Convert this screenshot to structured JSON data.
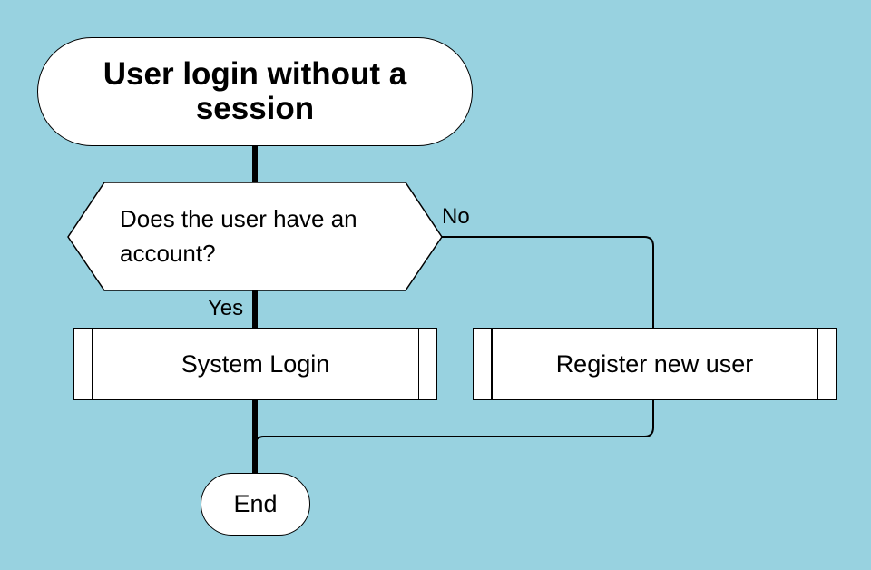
{
  "diagram": {
    "start": {
      "text": "User login without a session"
    },
    "decision": {
      "text": "Does the user have an account?"
    },
    "process_login": {
      "text": "System Login"
    },
    "process_register": {
      "text": "Register new user"
    },
    "end": {
      "text": "End"
    },
    "edge_labels": {
      "yes": "Yes",
      "no": "No"
    }
  },
  "colors": {
    "background": "#98d2e0",
    "node_fill": "#ffffff",
    "stroke": "#000000"
  }
}
